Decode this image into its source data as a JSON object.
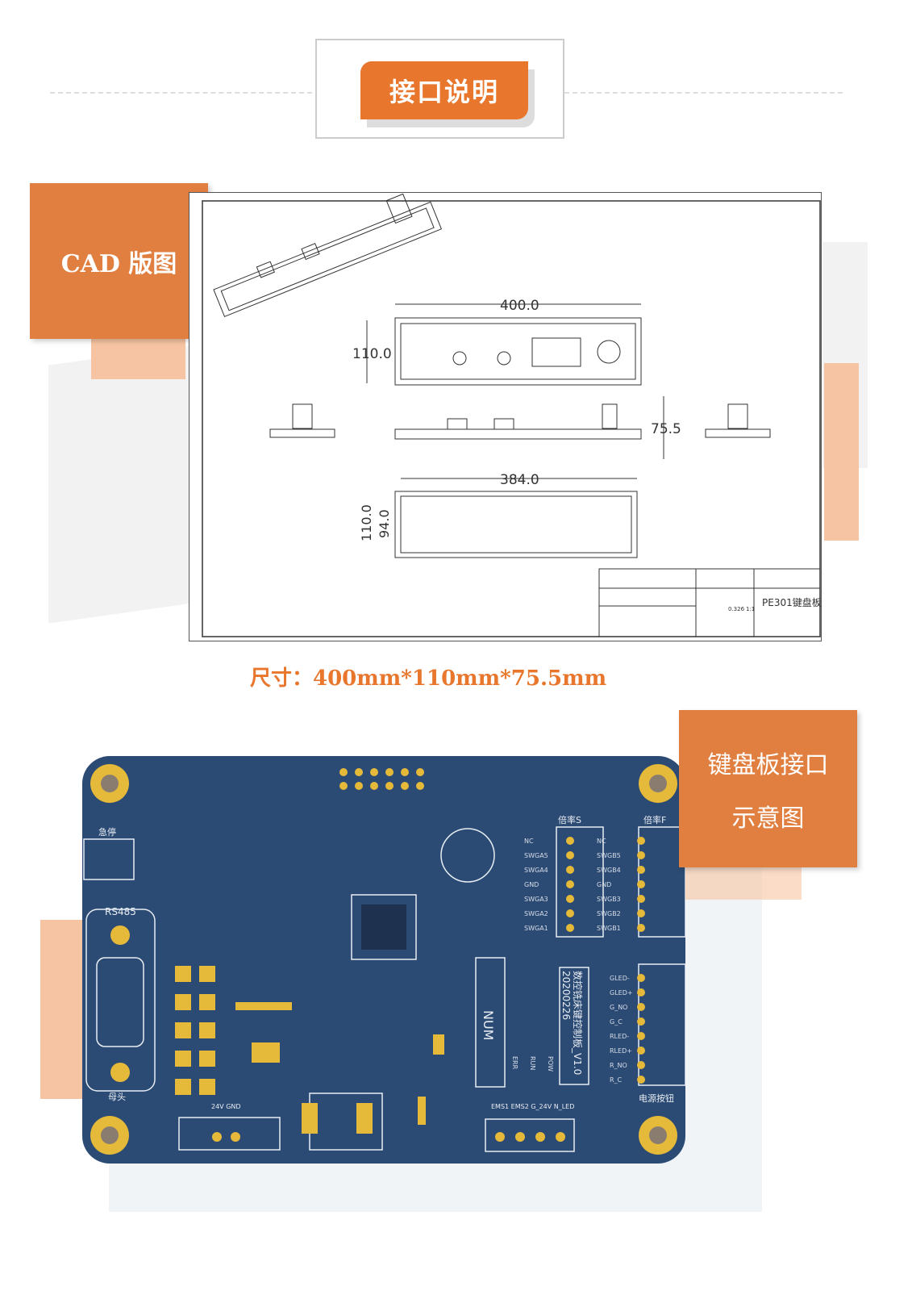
{
  "header": {
    "title": "接口说明"
  },
  "cad_section": {
    "label": "CAD 版图",
    "drawing": {
      "dim_width": "400.0",
      "dim_height": "110.0",
      "dim_depth": "75.5",
      "dim_bottom_width": "384.0",
      "dim_bottom_height_outer": "110.0",
      "dim_bottom_height_inner": "94.0",
      "part_name": "PE301键盘板",
      "weight": "0.326",
      "scale": "1:1"
    },
    "dimensions_text": "尺寸：400mm*110mm*75.5mm"
  },
  "pcb_section": {
    "label_line1": "键盘板接口",
    "label_line2": "示意图",
    "board": {
      "estop": "急停",
      "rs485": "RS485",
      "female": "母头",
      "power": "24V  GND",
      "num": "NUM",
      "ratio_s": "倍率S",
      "ratio_f": "倍率F",
      "power_button": "电源按钮",
      "board_name": "数控铣床键控制板_V1.0",
      "date": "20200226",
      "bottom_conn": "EMS1 EMS2 G_24V N_LED",
      "s_pins": [
        "NC",
        "SWGA5",
        "SWGA4",
        "GND",
        "SWGA3",
        "SWGA2",
        "SWGA1"
      ],
      "f_pins": [
        "NC",
        "SWGB5",
        "SWGB4",
        "GND",
        "SWGB3",
        "SWGB2",
        "SWGB1"
      ],
      "p_pins": [
        "GLED-",
        "GLED+",
        "G_NO",
        "G_C",
        "RLED-",
        "RLED+",
        "R_NO",
        "R_C"
      ],
      "leds": [
        "ERR",
        "RUN",
        "POW"
      ]
    }
  }
}
